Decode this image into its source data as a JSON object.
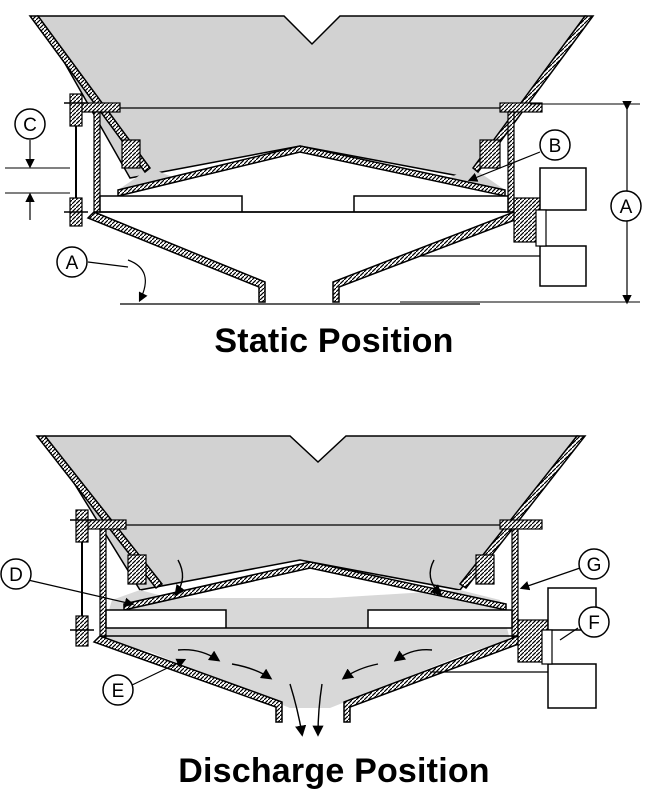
{
  "captions": {
    "static": "Static Position",
    "discharge": "Discharge Position"
  },
  "callouts": {
    "a_dimension": "A",
    "a_angle": "A",
    "b": "B",
    "c": "C",
    "d": "D",
    "e": "E",
    "f": "F",
    "g": "G"
  },
  "colors": {
    "material": "#d2d2d2",
    "line": "#000000",
    "background": "#ffffff"
  }
}
